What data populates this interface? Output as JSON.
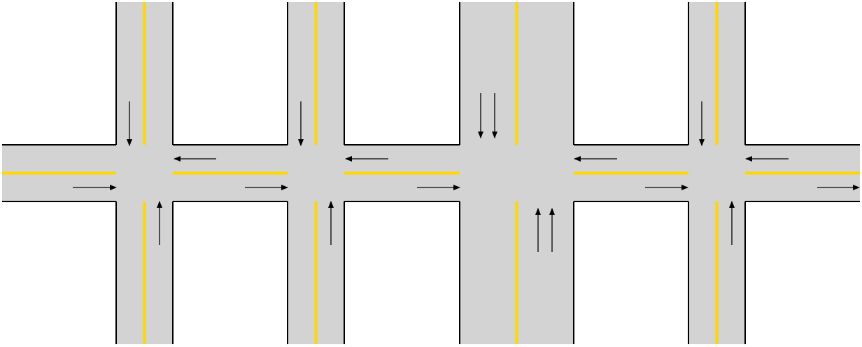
{
  "colors": {
    "road": "#d3d3d3",
    "curb": "#000000",
    "center_line": "#ffd700",
    "arrow": "#000000",
    "background": "#ffffff"
  },
  "intersections": [
    {
      "id": "intersection-1",
      "southbound_lanes": 1,
      "northbound_lanes": 1
    },
    {
      "id": "intersection-2",
      "southbound_lanes": 1,
      "northbound_lanes": 1
    },
    {
      "id": "intersection-3",
      "southbound_lanes": 2,
      "northbound_lanes": 2
    },
    {
      "id": "intersection-4",
      "southbound_lanes": 1,
      "northbound_lanes": 1
    }
  ]
}
